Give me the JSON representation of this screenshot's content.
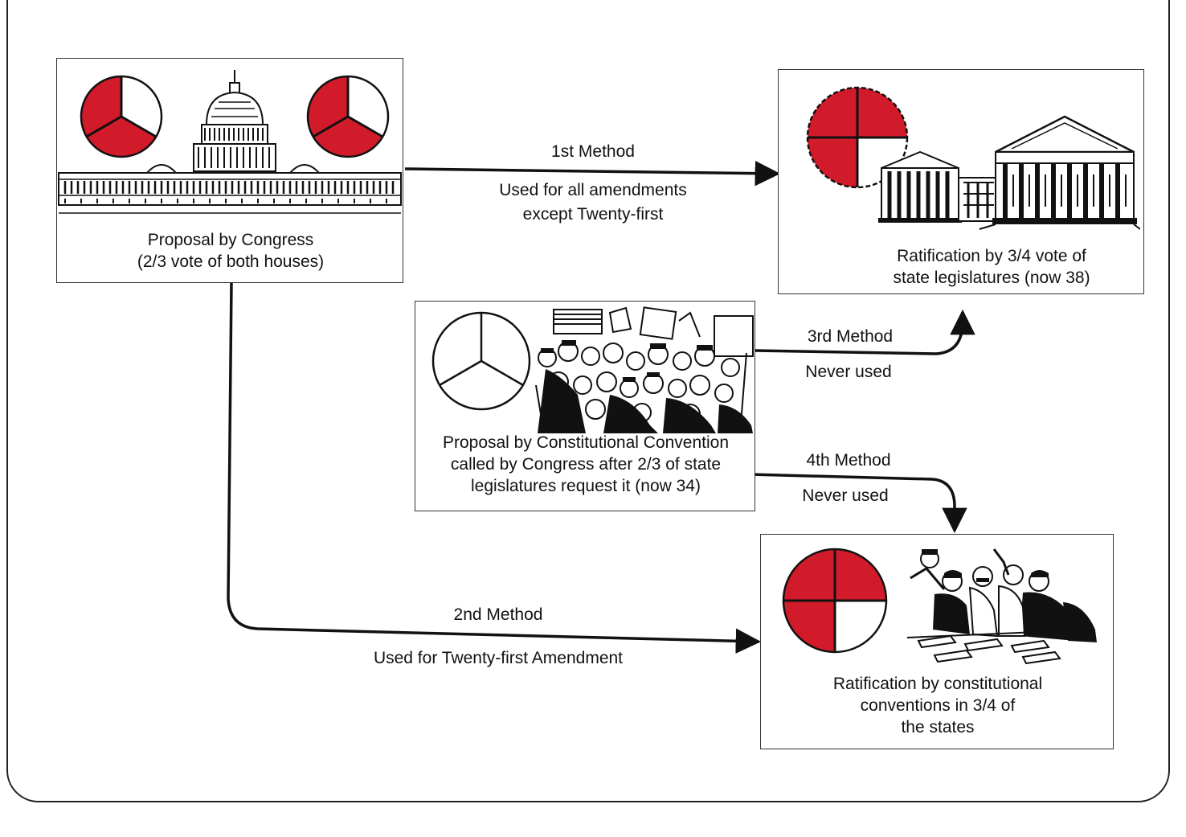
{
  "colors": {
    "fill": "#d11a2a",
    "ink": "#111111",
    "paper": "#ffffff"
  },
  "boxes": {
    "proposal_congress": {
      "line1": "Proposal by Congress",
      "line2": "(2/3 vote of both houses)",
      "pie_fill_fraction": 0.6667
    },
    "ratification_legislatures": {
      "line1": "Ratification by 3/4 vote of",
      "line2": "state legislatures (now 38)",
      "pie_fill_fraction": 0.75
    },
    "proposal_convention": {
      "line1": "Proposal by Constitutional  Convention",
      "line2": "called by Congress after 2/3 of state",
      "line3": "legislatures request it (now 34)",
      "pie_fill_fraction": 0
    },
    "ratification_conventions": {
      "line1": "Ratification by constitutional",
      "line2": "conventions in 3/4 of",
      "line3": "the states",
      "pie_fill_fraction": 0.75
    }
  },
  "methods": {
    "first": {
      "title": "1st Method",
      "note_line1": "Used for all amendments",
      "note_line2": "except Twenty-first"
    },
    "second": {
      "title": "2nd Method",
      "note": "Used for Twenty-first Amendment"
    },
    "third": {
      "title": "3rd Method",
      "note": "Never used"
    },
    "fourth": {
      "title": "4th Method",
      "note": "Never used"
    }
  },
  "icons": [
    "capitol-building",
    "state-capitol-building",
    "crowd",
    "convention-delegates"
  ]
}
